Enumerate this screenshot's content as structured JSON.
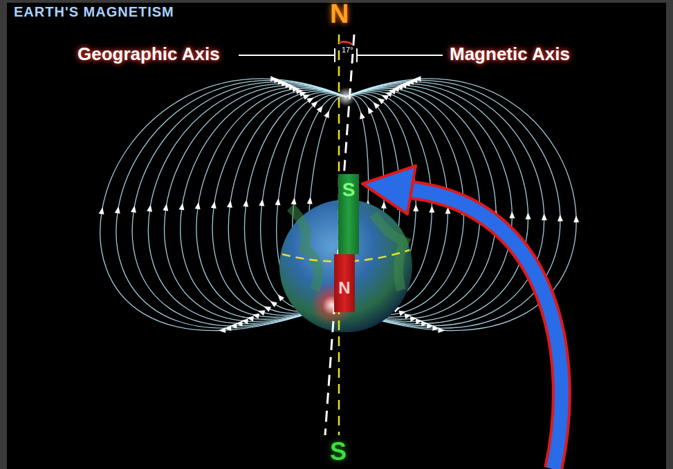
{
  "diagram": {
    "title": "EARTH'S MAGNETISM",
    "nodes": [
      {
        "text": [
          "S"
        ]
      },
      {
        "text": [
          "N"
        ]
      }
    ],
    "labels": [
      "N",
      "Geographic Axis",
      "Magnetic Axis",
      "17°",
      "S"
    ]
  }
}
